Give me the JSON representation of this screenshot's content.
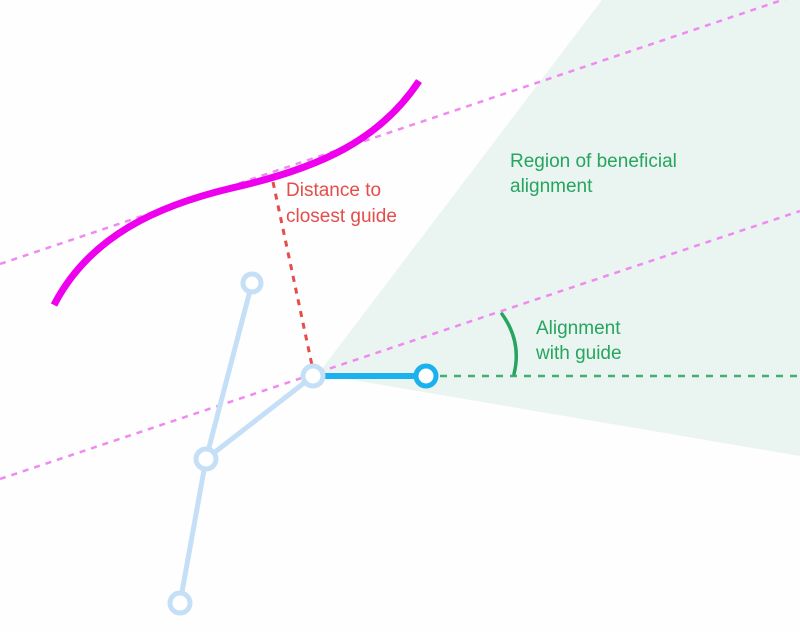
{
  "colors": {
    "background": "#fdfefd",
    "region_fill": "#eaf4f0",
    "guide": "#f08af0",
    "curve": "#ee00ee",
    "distance": "#e64c4c",
    "alignment": "#25a55f",
    "segment_active": "#1bb0ee",
    "segment_inactive": "#c5dff7"
  },
  "labels": {
    "distance_line1": "Distance to",
    "distance_line2": "closest guide",
    "region_line1": "Region of beneficial",
    "region_line2": "alignment",
    "alignment_line1": "Alignment",
    "alignment_line2": "with guide"
  }
}
